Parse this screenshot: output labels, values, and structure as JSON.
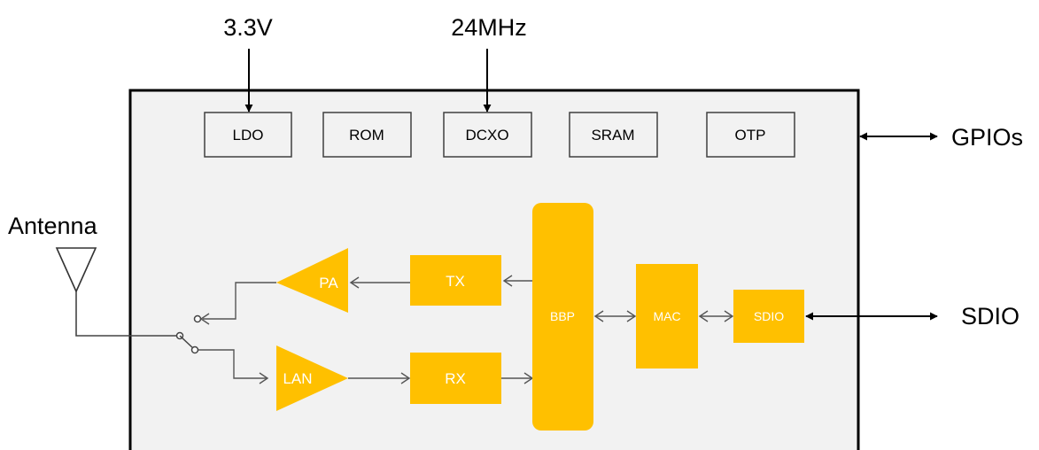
{
  "inputs": {
    "supply": "3.3V",
    "clock": "24MHz"
  },
  "peripherals": {
    "gpios": "GPIOs",
    "sdio": "SDIO",
    "antenna": "Antenna"
  },
  "top_blocks": [
    "LDO",
    "ROM",
    "DCXO",
    "SRAM",
    "OTP"
  ],
  "radio_blocks": {
    "pa": "PA",
    "tx": "TX",
    "lan": "LAN",
    "rx": "RX",
    "bbp": "BBP",
    "mac": "MAC",
    "sdio": "SDIO"
  },
  "colors": {
    "block": "#FFC000",
    "chip_fill": "#F2F2F2",
    "chip_border": "#000000"
  }
}
